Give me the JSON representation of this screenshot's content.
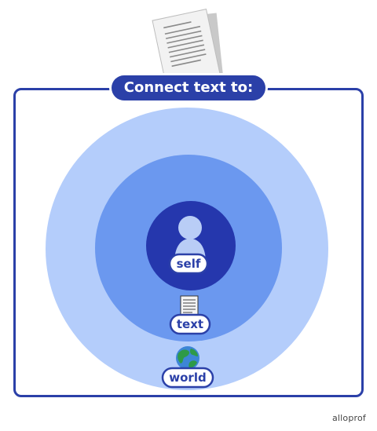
{
  "title": "Connect text to:",
  "circles": [
    {
      "label": "self",
      "icon": "person-icon"
    },
    {
      "label": "text",
      "icon": "document-icon"
    },
    {
      "label": "world",
      "icon": "globe-icon"
    }
  ],
  "brand": "alloprof",
  "colors": {
    "navy": "#2b40a8",
    "outer_ring": "#b4cdfb",
    "middle_ring": "#6b98ef",
    "inner_circle": "#2537ad",
    "label_fill": "#ffffff"
  }
}
